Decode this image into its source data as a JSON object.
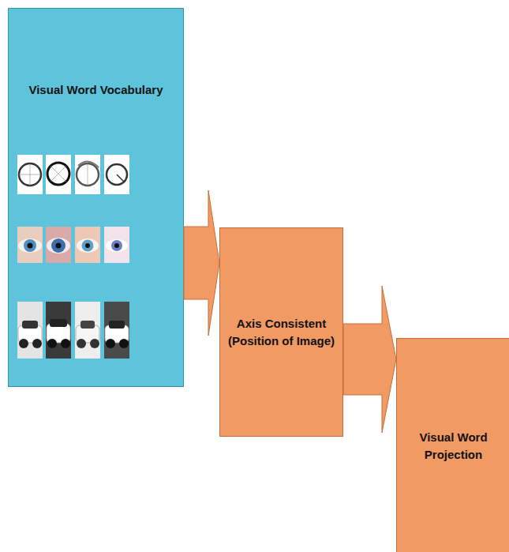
{
  "diagram": {
    "nodes": [
      {
        "text": [
          "Visual Word Vocabulary"
        ]
      },
      {
        "text": [
          "Axis Consistent (Position of Image)"
        ]
      },
      {
        "text": [
          "Visual Word Projection"
        ]
      }
    ],
    "edges": [
      {
        "from": 0,
        "to": 1,
        "arrow": "to"
      },
      {
        "from": 1,
        "to": 2,
        "arrow": "to"
      }
    ]
  }
}
